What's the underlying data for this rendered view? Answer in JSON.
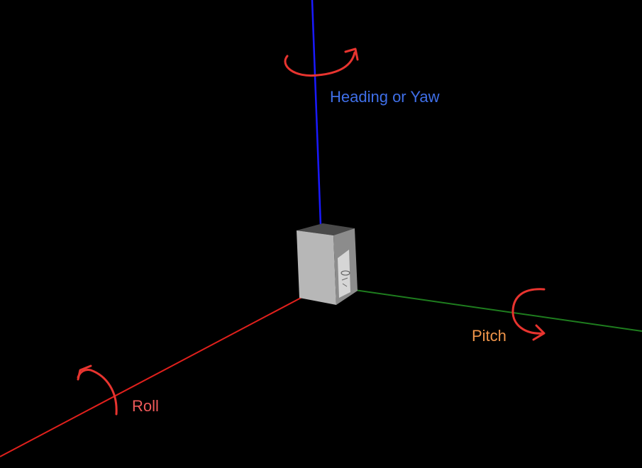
{
  "labels": {
    "yaw": "Heading or Yaw",
    "pitch": "Pitch",
    "roll": "Roll"
  },
  "colors": {
    "background": "#000000",
    "yaw_axis": "#1a1aff",
    "pitch_axis": "#1e7d1e",
    "roll_axis": "#e0201c",
    "yaw_label": "#3f6fe8",
    "pitch_label": "#f0954a",
    "roll_label": "#f05a5a",
    "rotation_arrow": "#e8342f"
  }
}
